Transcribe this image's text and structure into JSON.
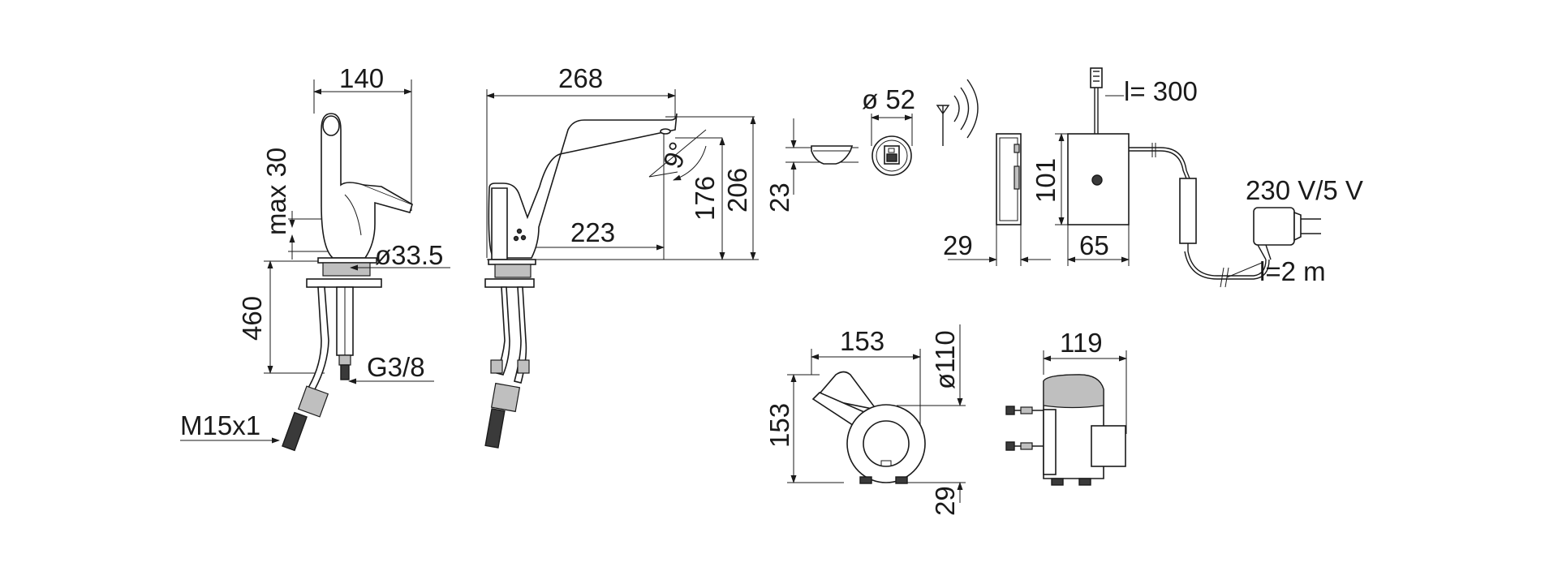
{
  "dimensions": {
    "width_140": "140",
    "max_30": "max 30",
    "d33_5": "ø33.5",
    "h460": "460",
    "g38": "G3/8",
    "m15": "M15x1",
    "len268": "268",
    "len223": "223",
    "angle9": "9°",
    "h176": "176",
    "h206": "206",
    "h23": "23",
    "d52": "ø 52",
    "l300": "l= 300",
    "h101": "101",
    "w29": "29",
    "w65": "65",
    "volt": "230 V/5 V",
    "l2m": "l=2 m",
    "w153": "153",
    "h153": "153",
    "d110": "ø110",
    "h29": "29",
    "w119": "119"
  }
}
